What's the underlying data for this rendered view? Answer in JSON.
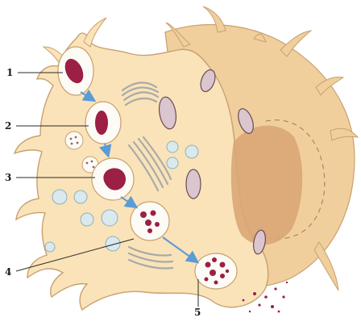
{
  "callouts": [
    "1",
    "2",
    "3",
    "4",
    "5"
  ],
  "colors": {
    "cytoplasm": "#fae3b8",
    "outline": "#c8a070",
    "back_lobe": "#f0cf9c",
    "nucleus": "#d9a676",
    "particle": "#9c1f45",
    "vesicle": "#fdfbf5",
    "arrow": "#5b9bd6",
    "small_vesicle": "#d9e9ee",
    "golgi": "#a9aaa8",
    "mitochondria": "#dbc6cf"
  }
}
